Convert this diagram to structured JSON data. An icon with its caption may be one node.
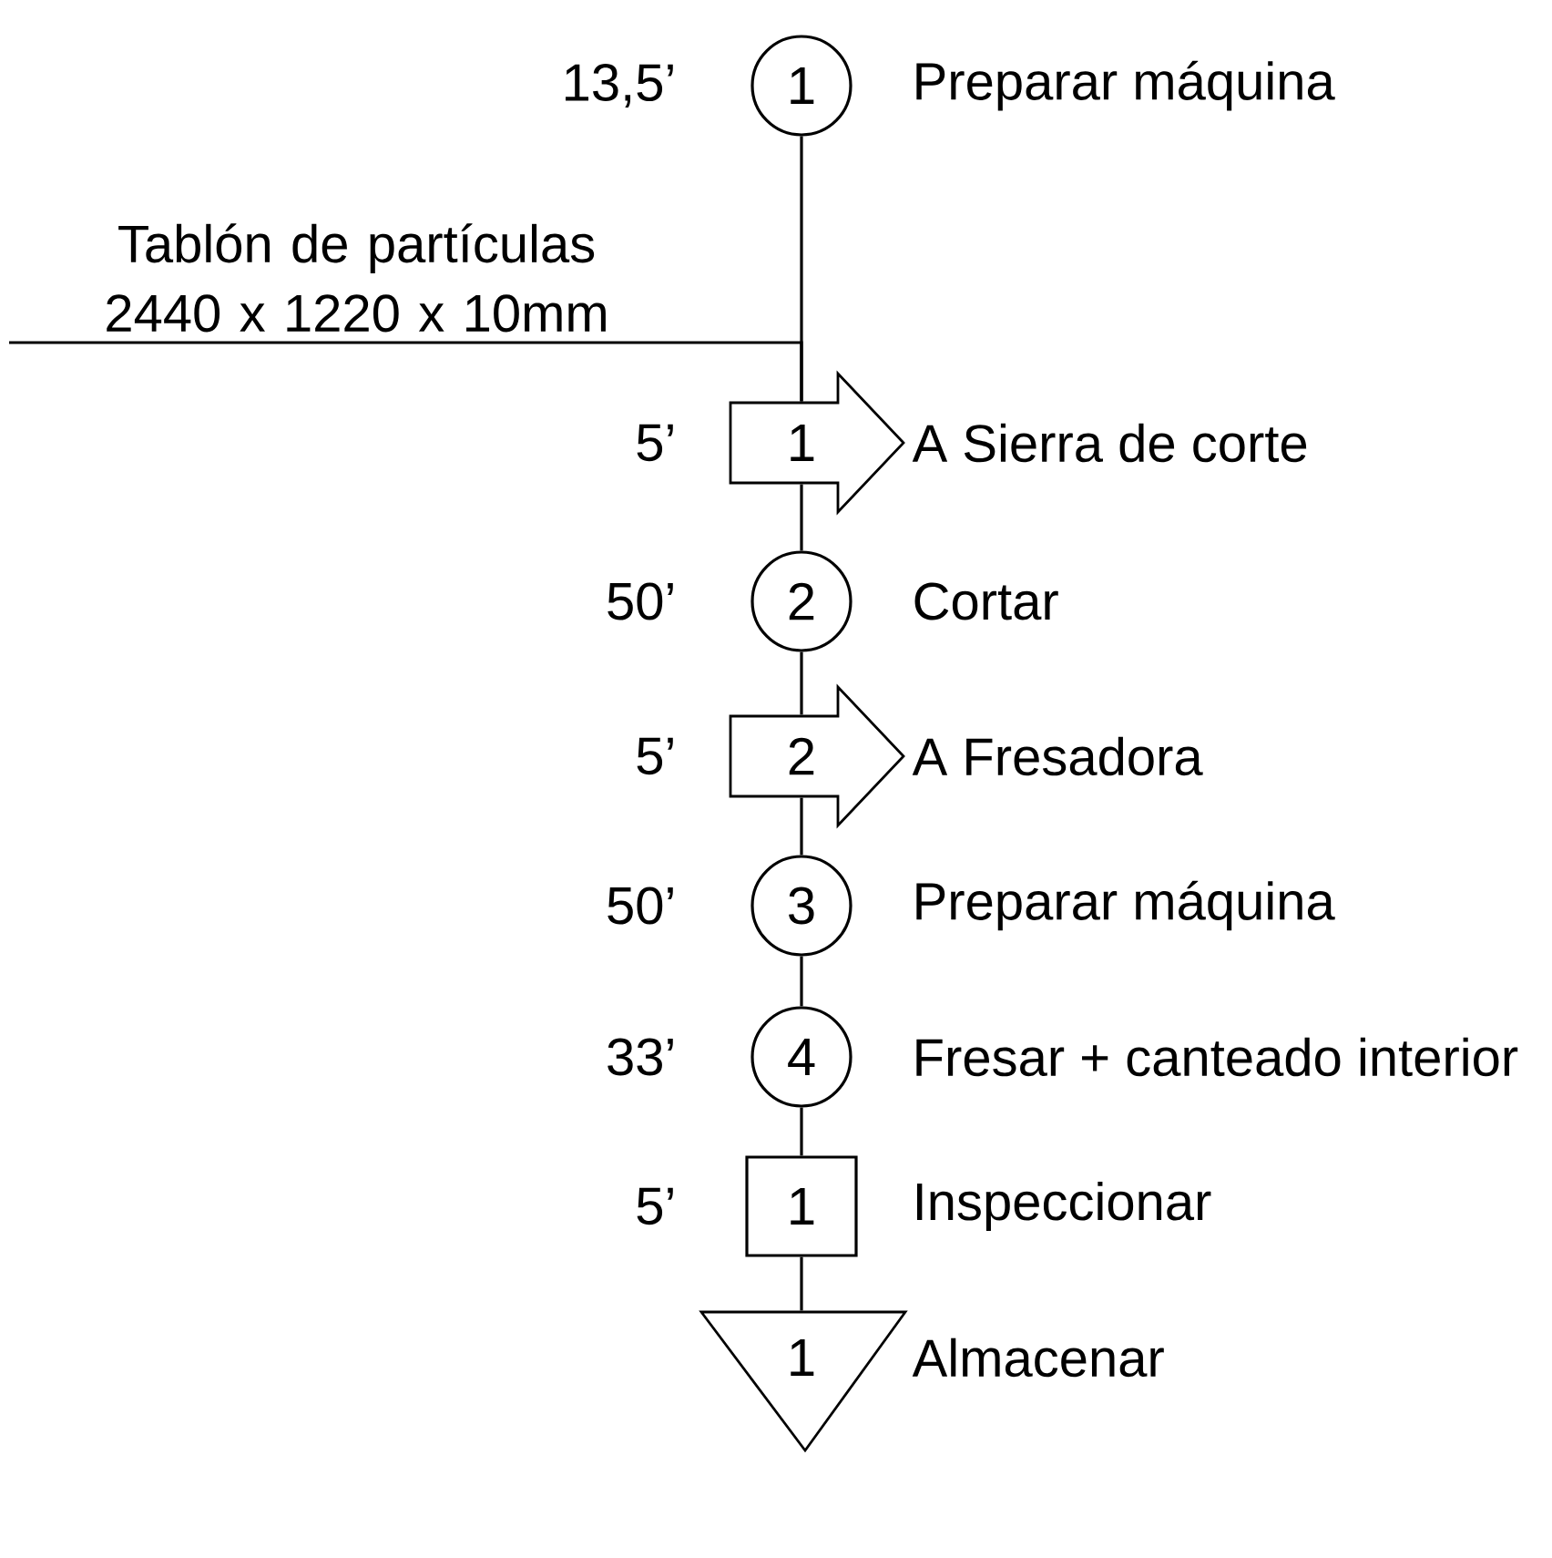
{
  "diagram": {
    "nodes": [
      {
        "text": [
          "1"
        ],
        "beside": [
          "13,5’",
          "Preparar máquina"
        ]
      },
      {
        "text": [
          "Tablón de partículas 2440 x 1220 x 10mm"
        ]
      },
      {
        "text": [
          "1"
        ],
        "beside": [
          "5’",
          "A Sierra de corte"
        ]
      },
      {
        "text": [
          "2"
        ],
        "beside": [
          "50’",
          "Cortar"
        ]
      },
      {
        "text": [
          "2"
        ],
        "beside": [
          "5’",
          "A Fresadora"
        ]
      },
      {
        "text": [
          "3"
        ],
        "beside": [
          "50’",
          "Preparar máquina"
        ]
      },
      {
        "text": [
          "4"
        ],
        "beside": [
          "33’",
          "Fresar + canteado interior"
        ]
      },
      {
        "text": [
          "1"
        ],
        "beside": [
          "5’",
          "Inspeccionar"
        ]
      },
      {
        "text": [
          "1"
        ],
        "beside": [
          "Almacenar"
        ]
      }
    ],
    "edges": [
      {
        "from": 0,
        "to": 2,
        "arrow": "none"
      },
      {
        "from": 1,
        "to": 2,
        "arrow": "none"
      },
      {
        "from": 2,
        "to": 3,
        "arrow": "none"
      },
      {
        "from": 3,
        "to": 4,
        "arrow": "none"
      },
      {
        "from": 4,
        "to": 5,
        "arrow": "none"
      },
      {
        "from": 5,
        "to": 6,
        "arrow": "none"
      },
      {
        "from": 6,
        "to": 7,
        "arrow": "none"
      },
      {
        "from": 7,
        "to": 8,
        "arrow": "none"
      }
    ]
  }
}
